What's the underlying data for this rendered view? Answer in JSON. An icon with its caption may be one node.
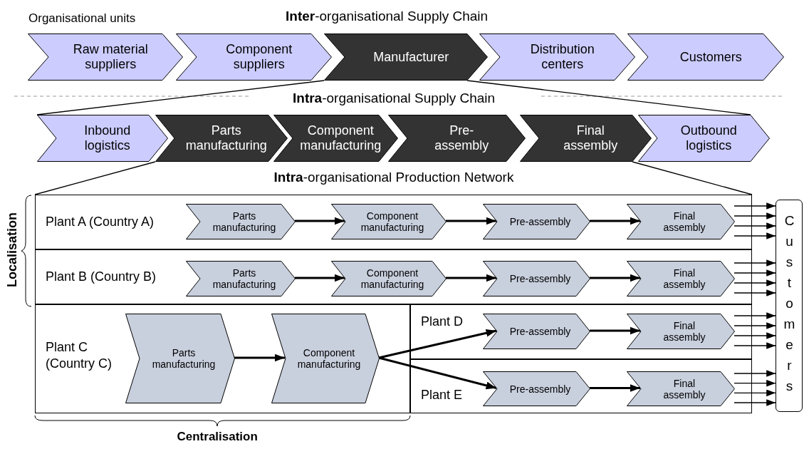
{
  "diagram": {
    "nodes": [
      {
        "text": [
          "Raw material suppliers"
        ]
      },
      {
        "text": [
          "Component suppliers"
        ]
      },
      {
        "text": [
          "Manufacturer"
        ]
      },
      {
        "text": [
          "Distribution centers"
        ]
      },
      {
        "text": [
          "Customers"
        ]
      },
      {
        "text": [
          "Inbound logistics"
        ]
      },
      {
        "text": [
          "Parts manufacturing"
        ]
      },
      {
        "text": [
          "Component manufacturing"
        ]
      },
      {
        "text": [
          "Pre- assembly"
        ]
      },
      {
        "text": [
          "Final assembly"
        ]
      },
      {
        "text": [
          "Outbound logistics"
        ]
      },
      {
        "text": [
          "Plant A (Country A)"
        ]
      },
      {
        "text": [
          "Parts manufacturing"
        ],
        "in": 11
      },
      {
        "text": [
          "Component manufacturing"
        ],
        "in": 11
      },
      {
        "text": [
          "Pre-assembly"
        ],
        "in": 11
      },
      {
        "text": [
          "Final assembly"
        ],
        "in": 11
      },
      {
        "text": [
          "Plant B (Country B)"
        ]
      },
      {
        "text": [
          "Parts manufacturing"
        ],
        "in": 16
      },
      {
        "text": [
          "Component manufacturing"
        ],
        "in": 16
      },
      {
        "text": [
          "Pre-assembly"
        ],
        "in": 16
      },
      {
        "text": [
          "Final assembly"
        ],
        "in": 16
      },
      {
        "text": [
          "Plant C (Country C)"
        ]
      },
      {
        "text": [
          "Parts manufacturing"
        ],
        "in": 21
      },
      {
        "text": [
          "Component manufacturing"
        ],
        "in": 21
      },
      {
        "text": [
          "Plant D"
        ]
      },
      {
        "text": [
          "Pre-assembly"
        ],
        "in": 24
      },
      {
        "text": [
          "Final assembly"
        ],
        "in": 24
      },
      {
        "text": [
          "Plant E"
        ]
      },
      {
        "text": [
          "Pre-assembly"
        ],
        "in": 27
      },
      {
        "text": [
          "Final assembly"
        ],
        "in": 27
      },
      {
        "text": [
          "Customers"
        ]
      }
    ],
    "edges": [
      {
        "from": 2,
        "to": 5,
        "arrow": "none"
      },
      {
        "from": 2,
        "to": 10,
        "arrow": "none"
      },
      {
        "from": 6,
        "to": 11,
        "arrow": "none"
      },
      {
        "from": 9,
        "to": 11,
        "arrow": "none"
      },
      {
        "from": 12,
        "to": 13,
        "arrow": "to",
        "style": "thick"
      },
      {
        "from": 13,
        "to": 14,
        "arrow": "to",
        "style": "thick"
      },
      {
        "from": 14,
        "to": 15,
        "arrow": "to",
        "style": "thick"
      },
      {
        "from": 17,
        "to": 18,
        "arrow": "to",
        "style": "thick"
      },
      {
        "from": 18,
        "to": 19,
        "arrow": "to",
        "style": "thick"
      },
      {
        "from": 19,
        "to": 20,
        "arrow": "to",
        "style": "thick"
      },
      {
        "from": 22,
        "to": 23,
        "arrow": "to",
        "style": "thick"
      },
      {
        "from": 23,
        "to": 25,
        "arrow": "to",
        "style": "thick"
      },
      {
        "from": 23,
        "to": 28,
        "arrow": "to",
        "style": "thick"
      },
      {
        "from": 25,
        "to": 26,
        "arrow": "to",
        "style": "thick"
      },
      {
        "from": 28,
        "to": 29,
        "arrow": "to",
        "style": "thick"
      },
      {
        "from": 15,
        "to": 30,
        "arrow": "to"
      },
      {
        "from": 15,
        "to": 30,
        "arrow": "to"
      },
      {
        "from": 15,
        "to": 30,
        "arrow": "to"
      },
      {
        "from": 15,
        "to": 30,
        "arrow": "to"
      },
      {
        "from": 20,
        "to": 30,
        "arrow": "to"
      },
      {
        "from": 20,
        "to": 30,
        "arrow": "to"
      },
      {
        "from": 20,
        "to": 30,
        "arrow": "to"
      },
      {
        "from": 20,
        "to": 30,
        "arrow": "to"
      },
      {
        "from": 26,
        "to": 30,
        "arrow": "to"
      },
      {
        "from": 26,
        "to": 30,
        "arrow": "to"
      },
      {
        "from": 26,
        "to": 30,
        "arrow": "to"
      },
      {
        "from": 26,
        "to": 30,
        "arrow": "to"
      },
      {
        "from": 29,
        "to": 30,
        "arrow": "to"
      },
      {
        "from": 29,
        "to": 30,
        "arrow": "to"
      },
      {
        "from": 29,
        "to": 30,
        "arrow": "to"
      },
      {
        "from": 29,
        "to": 30,
        "arrow": "to"
      }
    ],
    "labels": [
      "Organisational units",
      "**Inter**-organisational Supply Chain",
      "**Intra**-organisational Supply Chain",
      "**Intra**-organisational Production Network",
      "Localisation",
      "Centralisation"
    ]
  }
}
